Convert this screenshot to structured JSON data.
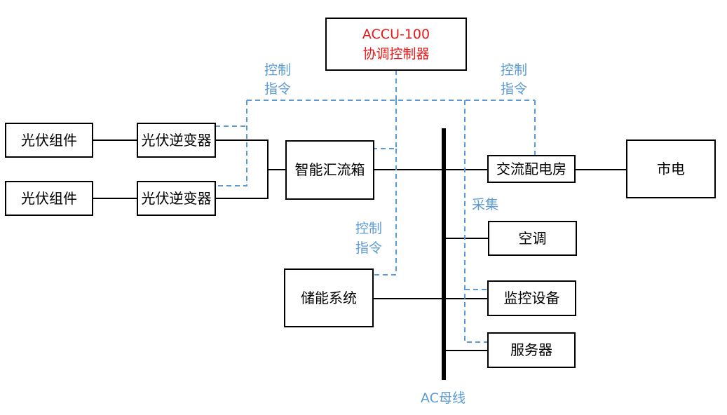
{
  "colors": {
    "accent_blue": "#5b9bd5",
    "controller_red": "#e81818",
    "line": "#000000"
  },
  "controller": {
    "line1": "ACCU-100",
    "line2": "协调控制器"
  },
  "pv_modules": [
    "光伏组件",
    "光伏组件"
  ],
  "pv_inverters": [
    "光伏逆变器",
    "光伏逆变器"
  ],
  "combiner_box": "智能汇流箱",
  "storage": "储能系统",
  "distribution_room": "交流配电房",
  "grid": "市电",
  "air_conditioner": "空调",
  "monitoring": "监控设备",
  "server": "服务器",
  "labels": {
    "control_cmd_left": [
      "控制",
      "指令"
    ],
    "control_cmd_right": [
      "控制",
      "指令"
    ],
    "control_cmd_storage": [
      "控制",
      "指令"
    ],
    "collect": "采集",
    "ac_bus": "AC母线"
  }
}
